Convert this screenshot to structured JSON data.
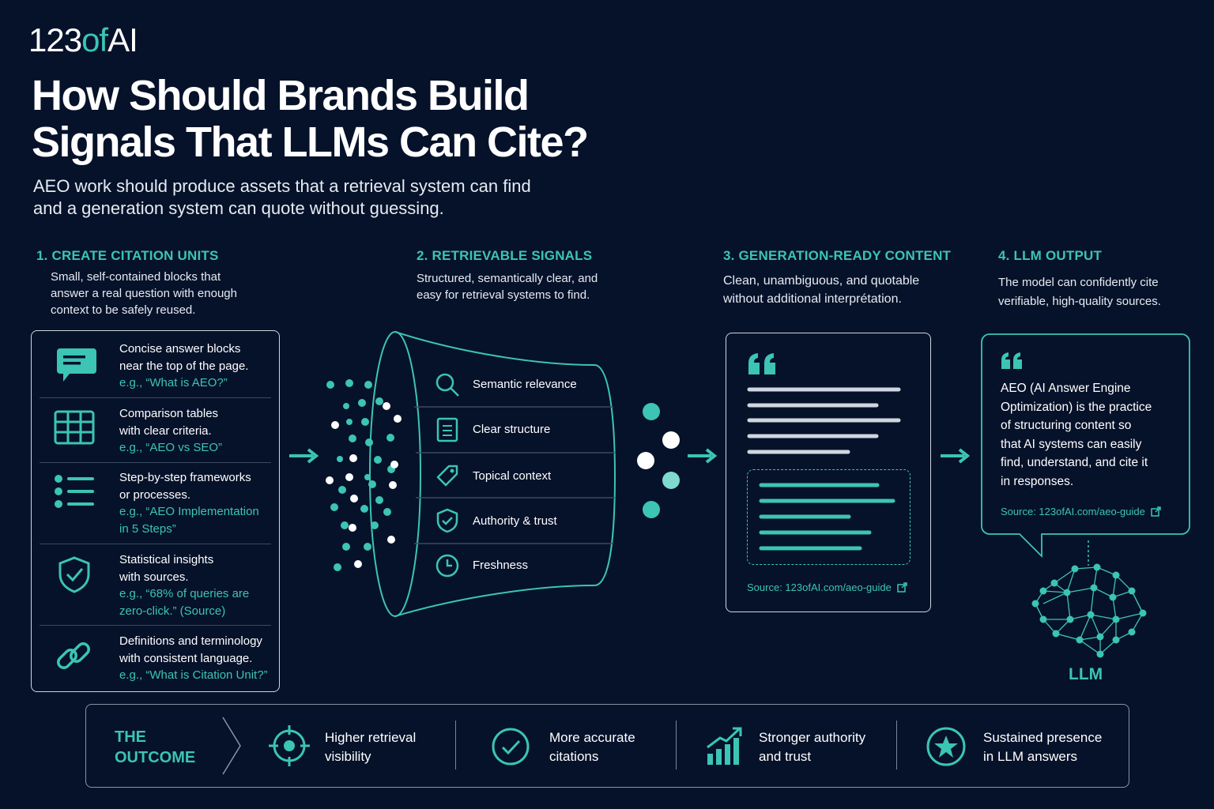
{
  "brand": {
    "logo_prefix": "123",
    "logo_mid": "of",
    "logo_suffix": "AI"
  },
  "header": {
    "title_line1": "How Should Brands Build",
    "title_line2": "Signals That LLMs Can Cite?",
    "subtitle_line1": "AEO work should produce assets that a retrieval system can find",
    "subtitle_line2": "and a generation system can quote without guessing."
  },
  "steps": [
    {
      "heading": "1. CREATE CITATION UNITS",
      "desc": [
        "Small, self-contained blocks that",
        "answer a real question with enough",
        "context to be safely reused."
      ]
    },
    {
      "heading": "2. RETRIEVABLE SIGNALS",
      "desc": [
        "Structured, semantically clear, and",
        "easy for retrieval systems to find."
      ]
    },
    {
      "heading": "3. GENERATION-READY CONTENT",
      "desc": [
        "Clean, unambiguous, and quotable",
        "without additional interprétation."
      ]
    },
    {
      "heading": "4. LLM OUTPUT",
      "desc": [
        "The model can confidently cite",
        "verifiable, high-quality sources."
      ]
    }
  ],
  "citation_units": [
    {
      "icon": "chat-bubble-icon",
      "lines": [
        "Concise answer blocks",
        "near the top of the page."
      ],
      "example": [
        "e.g., “What is AEO?”"
      ]
    },
    {
      "icon": "table-grid-icon",
      "lines": [
        "Comparison tables",
        "with clear criteria."
      ],
      "example": [
        "e.g., “AEO vs SEO”"
      ]
    },
    {
      "icon": "list-icon",
      "lines": [
        "Step-by-step frameworks",
        "or processes."
      ],
      "example": [
        "e.g., “AEO Implementation",
        "in 5 Steps”"
      ]
    },
    {
      "icon": "shield-check-icon",
      "lines": [
        "Statistical insights",
        "with sources."
      ],
      "example": [
        "e.g., “68% of queries are",
        "zero-click.” (Source)"
      ]
    },
    {
      "icon": "link-icon",
      "lines": [
        "Definitions and terminology",
        "with consistent language."
      ],
      "example": [
        "e.g., “What is Citation Unit?”"
      ]
    }
  ],
  "signals": [
    {
      "icon": "search-icon",
      "label": "Semantic relevance"
    },
    {
      "icon": "document-icon",
      "label": "Clear structure"
    },
    {
      "icon": "tag-icon",
      "label": "Topical context"
    },
    {
      "icon": "shield-check-icon",
      "label": "Authority & trust"
    },
    {
      "icon": "clock-icon",
      "label": "Freshness"
    }
  ],
  "generation_card": {
    "source": "Source: 123ofAI.com/aeo-guide"
  },
  "llm_output": {
    "quote_lines": [
      "AEO (AI Answer Engine",
      "Optimization) is the practice",
      "of structuring content so",
      "that AI systems can easily",
      "find, understand, and cite it",
      "in responses."
    ],
    "source": "Source: 123ofAI.com/aeo-guide",
    "brain_label": "LLM"
  },
  "outcome": {
    "label_line1": "THE",
    "label_line2": "OUTCOME",
    "items": [
      {
        "icon": "target-icon",
        "lines": [
          "Higher retrieval",
          "visibility"
        ]
      },
      {
        "icon": "check-circle-icon",
        "lines": [
          "More accurate",
          "citations"
        ]
      },
      {
        "icon": "growth-chart-icon",
        "lines": [
          "Stronger authority",
          "and trust"
        ]
      },
      {
        "icon": "star-circle-icon",
        "lines": [
          "Sustained presence",
          "in LLM answers"
        ]
      }
    ]
  },
  "colors": {
    "background": "#06122a",
    "accent": "#3cc4b4",
    "text": "#ffffff"
  }
}
